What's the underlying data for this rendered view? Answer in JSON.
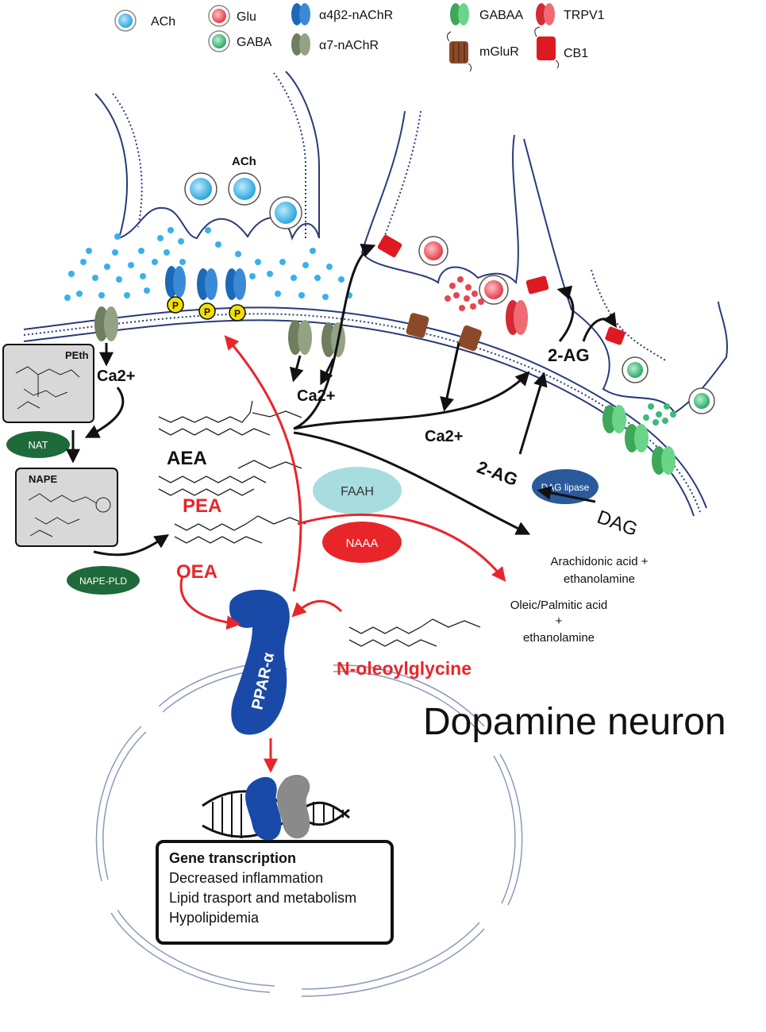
{
  "legend": {
    "ach": "ACh",
    "glu": "Glu",
    "gaba": "GABA",
    "a4b2": "α4β2-nAChR",
    "a7": "α7-nAChR",
    "gabaa": "GABAA",
    "mglur": "mGluR",
    "trpv1": "TRPV1",
    "cb1": "CB1"
  },
  "labels": {
    "ach_terminal": "ACh",
    "ca_1": "Ca2+",
    "ca_2": "Ca2+",
    "ca_3": "Ca2+",
    "peth": "PEth",
    "nat": "NAT",
    "nape": "NAPE",
    "nape_pld": "NAPE-PLD",
    "aea": "AEA",
    "pea": "PEA",
    "oea": "OEA",
    "faah": "FAAH",
    "naaa": "NAAA",
    "two_ag_upper": "2-AG",
    "two_ag_lower": "2-AG",
    "dag_lipase": "DAG lipase",
    "dag": "DAG",
    "arachidonic": [
      "Arachidonic acid +",
      "ethanolamine"
    ],
    "oleic": [
      "Oleic/Palmitic acid",
      "+",
      "ethanolamine"
    ],
    "ppar": "PPAR-α",
    "n_oleoylglycine": "N-oleoylglycine",
    "neuron": "Dopamine neuron",
    "p": "P"
  },
  "gene_box": {
    "title": "Gene transcription",
    "lines": [
      "Decreased inflammation",
      "Lipid trasport and metabolism",
      "Hypolipidemia"
    ]
  },
  "colors": {
    "membrane": "#2a3a7a",
    "ach": "#3ab0e8",
    "glu": "#e8454f",
    "gaba": "#3cba7a",
    "a4b2": "#1a6ab8",
    "a7": "#7a8a6a",
    "gabaa": "#55c070",
    "mglur": "#8a4a2a",
    "trpv1": "#e83040",
    "cb1": "#dd1a22",
    "red_text": "#e8262a",
    "nat": "#1e6a3a",
    "faah": "#a8dde0",
    "naaa": "#e8262a",
    "dag_lipase": "#2a5a9a",
    "ppar": "#1a4aa8",
    "gray_box": "#d8d8d8"
  }
}
